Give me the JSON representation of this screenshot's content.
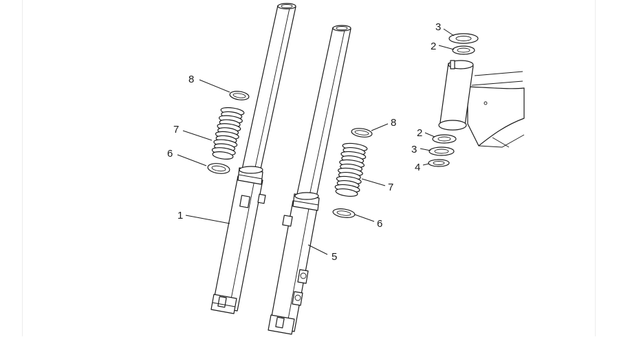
{
  "diagram": {
    "callouts": [
      {
        "id": "left-fork-leg",
        "label": "1"
      },
      {
        "id": "right-fork-leg",
        "label": "5"
      },
      {
        "id": "left-dust-cover-clip-top",
        "label": "8"
      },
      {
        "id": "left-rubber-boot",
        "label": "7"
      },
      {
        "id": "left-dust-cover-clip-bottom",
        "label": "6"
      },
      {
        "id": "right-dust-cover-clip-top",
        "label": "8"
      },
      {
        "id": "right-rubber-boot",
        "label": "7"
      },
      {
        "id": "right-dust-cover-clip-bottom",
        "label": "6"
      },
      {
        "id": "upper-bearing-seal",
        "label": "3"
      },
      {
        "id": "upper-bearing",
        "label": "2"
      },
      {
        "id": "lower-bearing",
        "label": "2"
      },
      {
        "id": "lower-bearing-seal",
        "label": "3"
      },
      {
        "id": "lower-washer",
        "label": "4"
      }
    ]
  }
}
